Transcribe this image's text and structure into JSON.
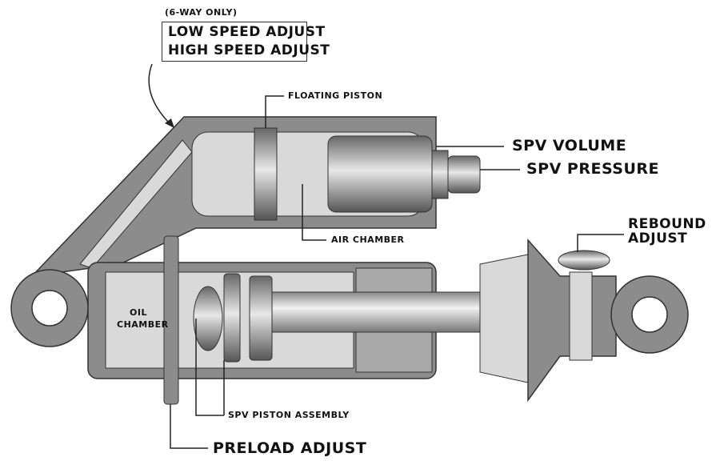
{
  "callouts": {
    "six_way_only": "(6-WAY ONLY)",
    "low_speed_adjust": "LOW SPEED ADJUST",
    "high_speed_adjust": "HIGH SPEED ADJUST",
    "floating_piston": "FLOATING PISTON",
    "spv_volume": "SPV VOLUME",
    "spv_pressure": "SPV PRESSURE",
    "air_chamber": "AIR CHAMBER",
    "rebound_adjust_1": "REBOUND",
    "rebound_adjust_2": "ADJUST",
    "oil_chamber_1": "OIL",
    "oil_chamber_2": "CHAMBER",
    "spv_piston_assembly": "SPV PISTON ASSEMBLY",
    "preload_adjust": "PRELOAD ADJUST"
  },
  "colors": {
    "body": "#8c8c8c",
    "chamber": "#d9d9d9",
    "outline": "#333333"
  }
}
